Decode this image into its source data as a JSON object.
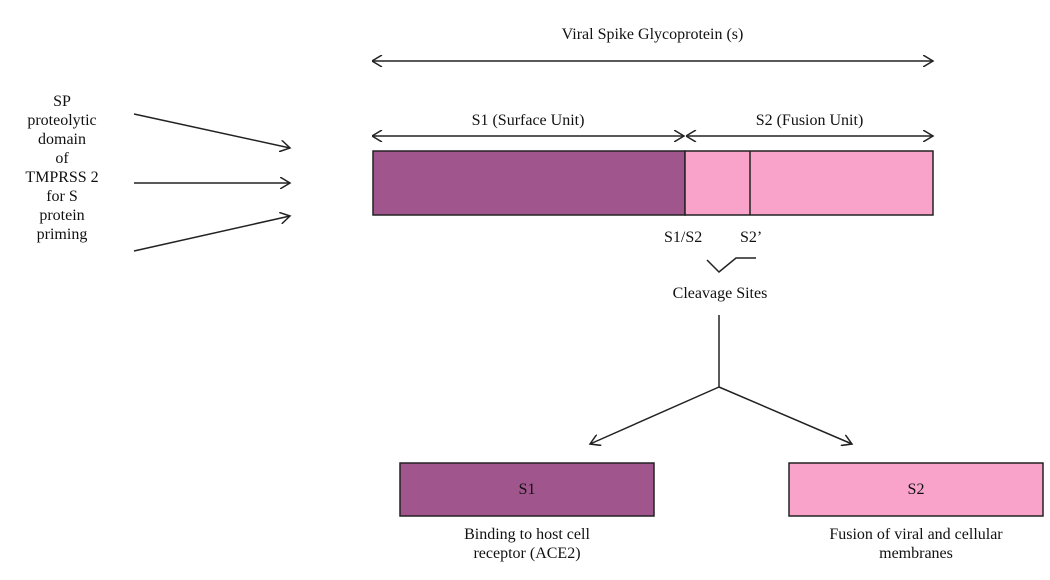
{
  "title": "Viral Spike Glycoprotein (s)",
  "sp_domain_text": [
    "SP",
    "proteolytic",
    "domain",
    "of",
    "TMPRSS 2",
    "for S",
    "protein",
    "priming"
  ],
  "s1_unit_label": "S1 (Surface Unit)",
  "s2_unit_label": "S2 (Fusion Unit)",
  "cleavage_site_s1s2": "S1/S2",
  "cleavage_site_s2prime": "S2’",
  "cleavage_sites_label": "Cleavage Sites",
  "s1_box_label": "S1",
  "s2_box_label": "S2",
  "s1_caption": [
    "Binding to host cell",
    "receptor (ACE2)"
  ],
  "s2_caption": [
    "Fusion of viral and cellular",
    "membranes"
  ],
  "colors": {
    "s1_fill": "#A0558C",
    "s2_fill": "#F9A3CB",
    "stroke": "#222222"
  }
}
